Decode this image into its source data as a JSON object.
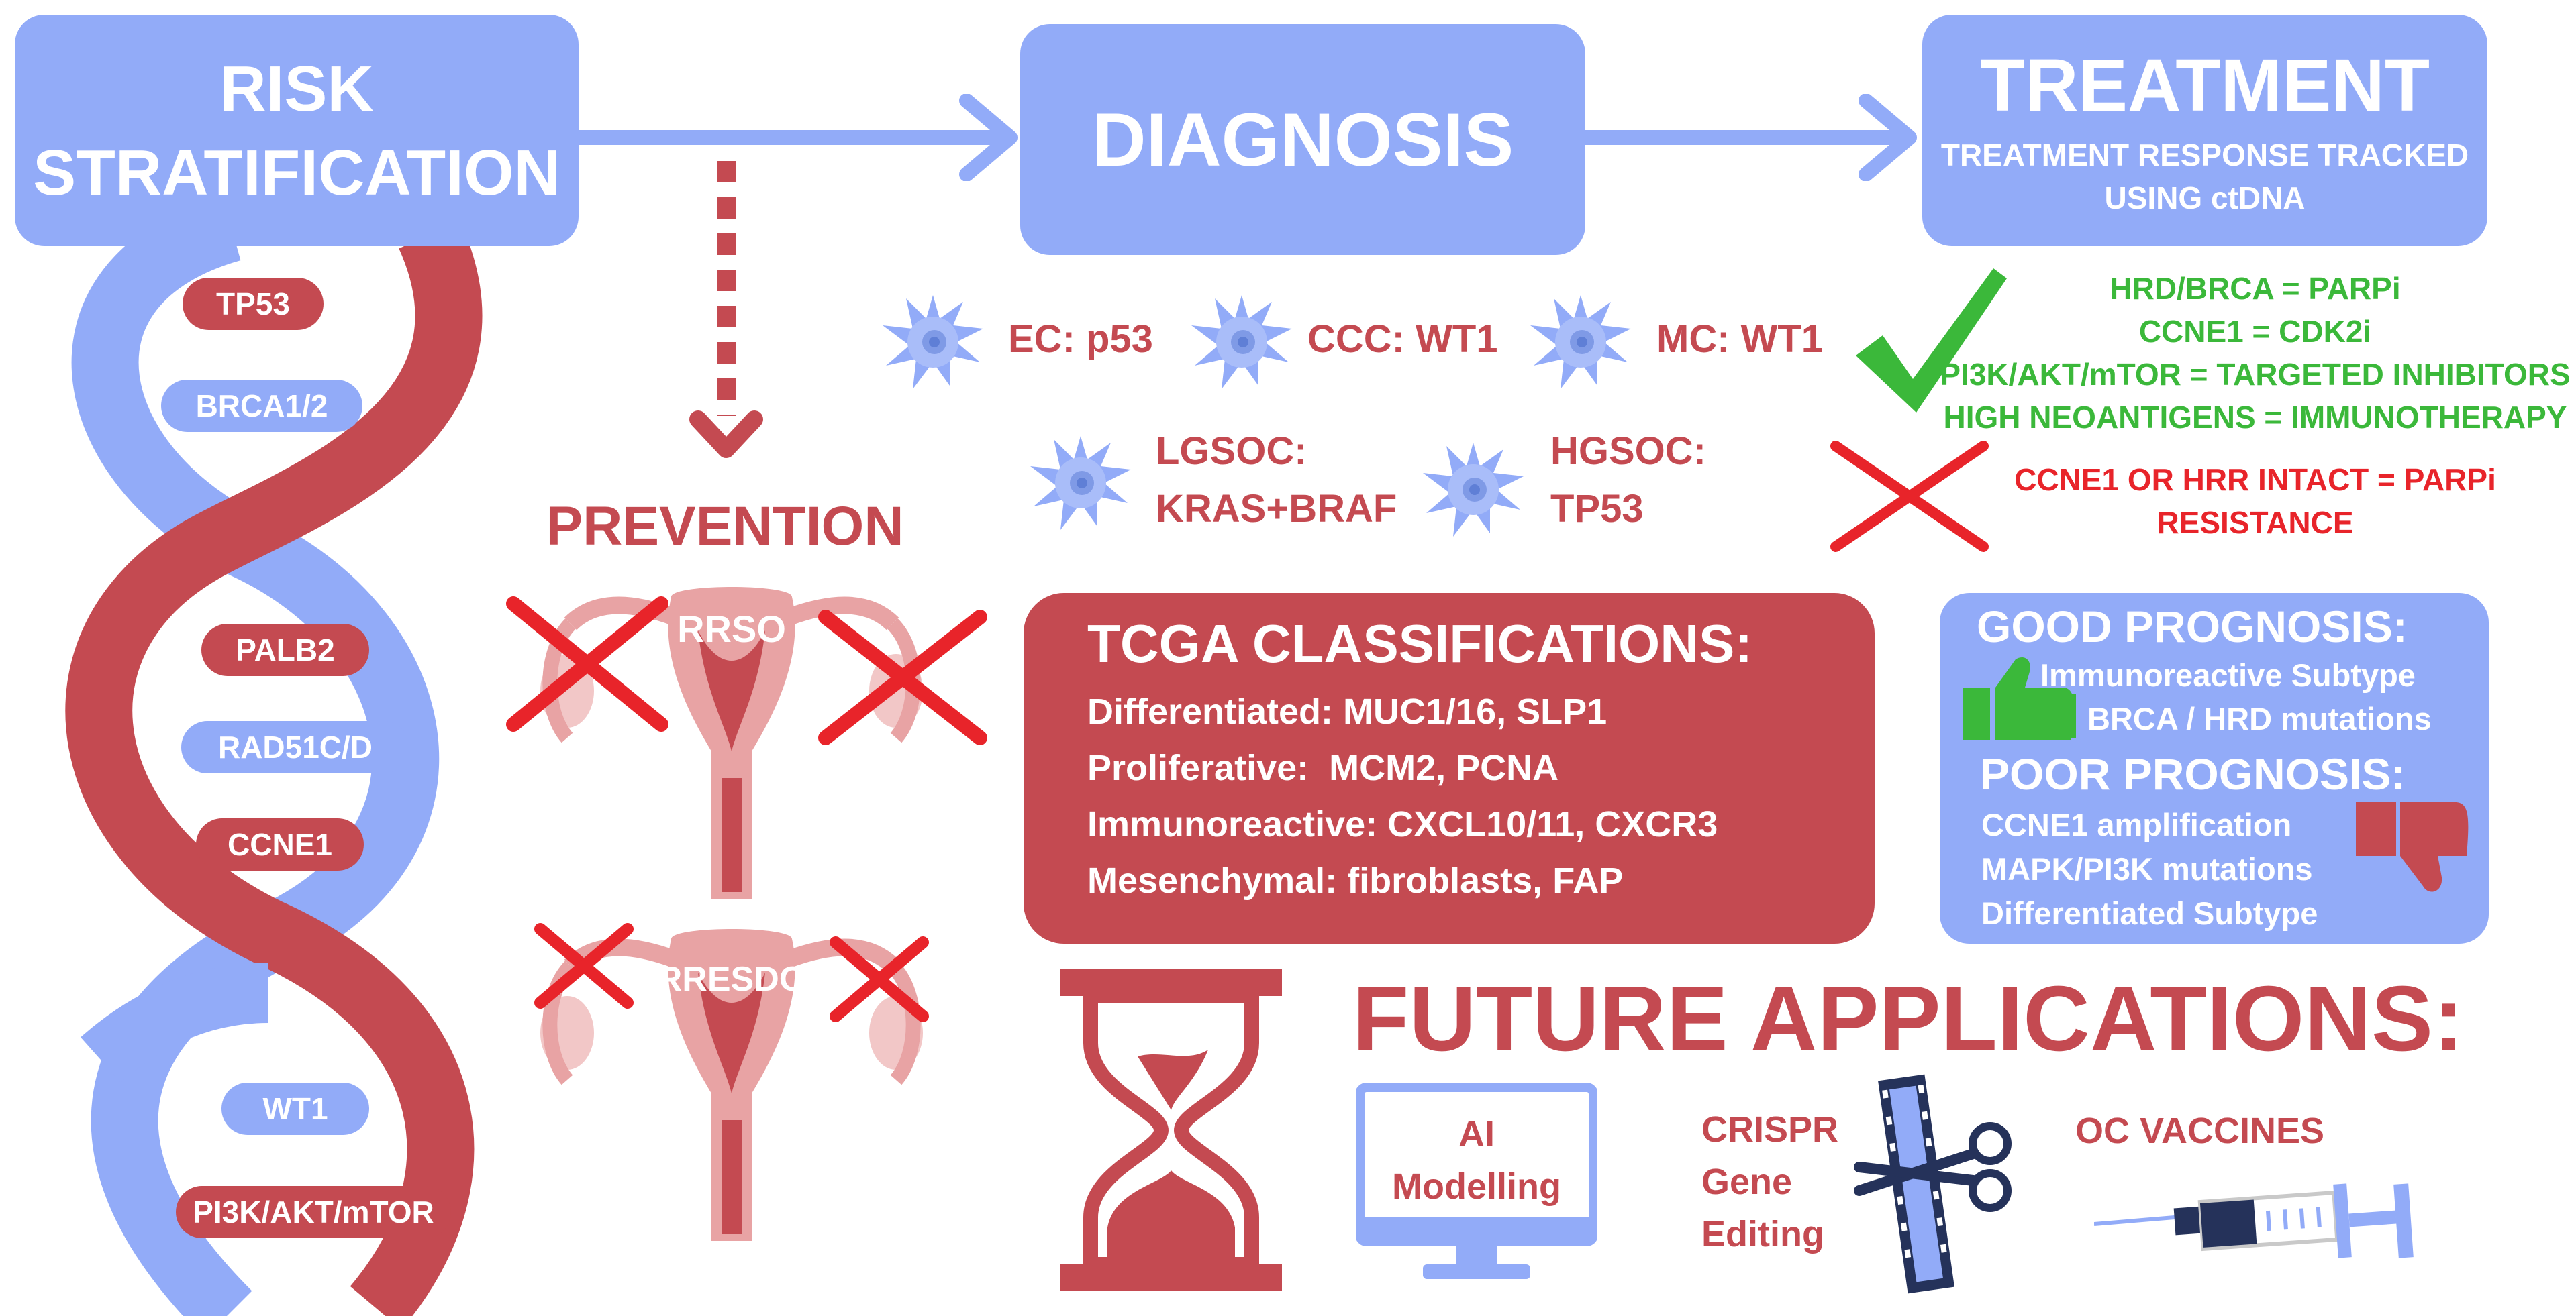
{
  "risk_box": {
    "line1": "RISK",
    "line2": "STRATIFICATION"
  },
  "diagnosis_box": {
    "label": "DIAGNOSIS"
  },
  "treatment_box": {
    "title": "TREATMENT",
    "subtitle_line1": "TREATMENT RESPONSE TRACKED",
    "subtitle_line2": "USING ctDNA"
  },
  "genes": [
    {
      "label": "TP53"
    },
    {
      "label": "BRCA1/2"
    },
    {
      "label": "PALB2"
    },
    {
      "label": "RAD51C/D"
    },
    {
      "label": "CCNE1"
    },
    {
      "label": "WT1"
    },
    {
      "label": "PI3K/AKT/mTOR"
    }
  ],
  "prevention": {
    "title": "PREVENTION",
    "rrso": "RRSO",
    "rresdo": "RRESDO"
  },
  "subtypes": {
    "ec": "EC: p53",
    "ccc": "CCC: WT1",
    "mc": "MC: WT1",
    "lgsoc_line1": "LGSOC:",
    "lgsoc_line2": "KRAS+BRAF",
    "hgsoc_line1": "HGSOC:",
    "hgsoc_line2": "TP53"
  },
  "treatment_lines": {
    "positive": [
      "HRD/BRCA = PARPi",
      "CCNE1 = CDK2i",
      "PI3K/AKT/mTOR = TARGETED INHIBITORS",
      "HIGH NEOANTIGENS = IMMUNOTHERAPY"
    ],
    "negative": [
      "CCNE1 OR HRR INTACT = PARPi",
      "RESISTANCE"
    ]
  },
  "tcga": {
    "title": "TCGA CLASSIFICATIONS:",
    "rows": [
      "Differentiated: MUC1/16, SLP1",
      "Proliferative:  MCM2, PCNA",
      "Immunoreactive: CXCL10/11, CXCR3",
      "Mesenchymal: fibroblasts, FAP"
    ]
  },
  "prognosis": {
    "good_title": "GOOD PROGNOSIS:",
    "good_items": [
      "Immunoreactive Subtype",
      "BRCA / HRD mutations"
    ],
    "poor_title": "POOR PROGNOSIS:",
    "poor_items": [
      "CCNE1 amplification",
      "MAPK/PI3K mutations",
      "Differentiated Subtype"
    ]
  },
  "future": {
    "title": "FUTURE APPLICATIONS:",
    "ai_line1": "AI",
    "ai_line2": "Modelling",
    "crispr_line1": "CRISPR",
    "crispr_line2": "Gene",
    "crispr_line3": "Editing",
    "vaccines": "OC VACCINES"
  },
  "colors": {
    "blue": "#92abf8",
    "red": "#c44a51",
    "green": "#3bb83a",
    "bright_red": "#e8242a",
    "uterus": "#e8a3a4"
  },
  "icons": [
    "dna-helix",
    "cancer-cell-icon",
    "uterus-icon",
    "checkmark-icon",
    "cross-icon",
    "thumbs-up-icon",
    "thumbs-down-icon",
    "hourglass-icon",
    "monitor-icon",
    "scissors-film-icon",
    "syringe-icon"
  ]
}
